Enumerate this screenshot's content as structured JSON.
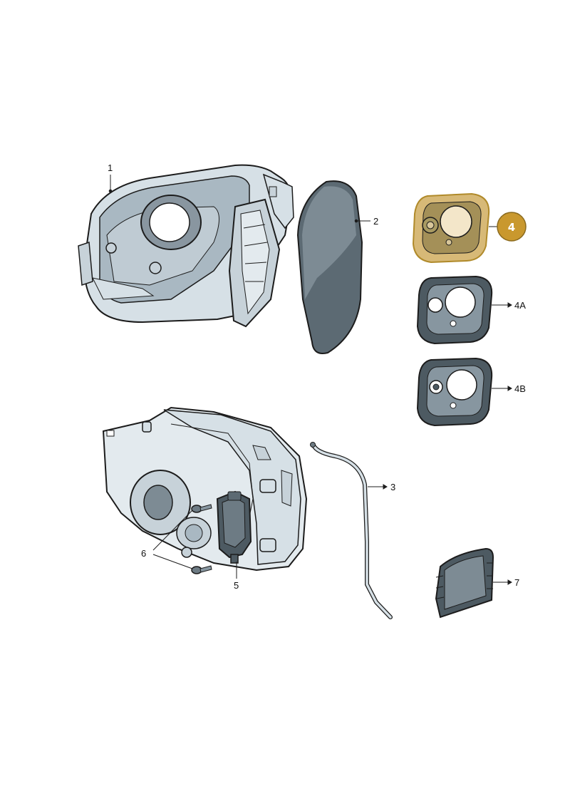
{
  "callouts": {
    "part_1": "1",
    "part_2": "2",
    "part_3": "3",
    "part_4": "4",
    "part_4a": "4A",
    "part_4b": "4B",
    "part_5": "5",
    "part_6": "6",
    "part_7": "7"
  },
  "colors": {
    "line": "#1c1c1c",
    "part_fill": "#d6e0e6",
    "part_shade": "#a9b8c2",
    "dark_fill": "#4d5a62",
    "highlight_fill": "#c9a24a",
    "highlight_insert": "#f3e6c9",
    "badge_fill": "#c9982e"
  }
}
